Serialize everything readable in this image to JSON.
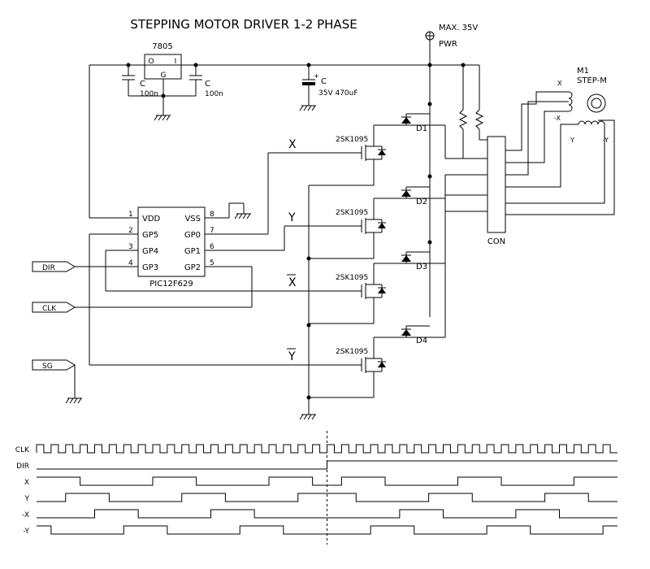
{
  "title": "STEPPING MOTOR DRIVER 1-2 PHASE",
  "power": {
    "label": "MAX. 35V",
    "name": "PWR"
  },
  "regulator": {
    "name": "7805",
    "in": "I",
    "gnd": "G",
    "out": "O"
  },
  "caps": {
    "c1": "C",
    "c1_val": "100n",
    "c2": "C",
    "c2_val": "100n",
    "c3": "C",
    "c3_val": "35V 470uF"
  },
  "mcu": {
    "name": "PIC12F629",
    "left_pins": [
      {
        "num": "1",
        "name": "VDD"
      },
      {
        "num": "2",
        "name": "GP5"
      },
      {
        "num": "3",
        "name": "GP4"
      },
      {
        "num": "4",
        "name": "GP3"
      }
    ],
    "right_pins": [
      {
        "num": "8",
        "name": "VSS"
      },
      {
        "num": "7",
        "name": "GP0"
      },
      {
        "num": "6",
        "name": "GP1"
      },
      {
        "num": "5",
        "name": "GP2"
      }
    ]
  },
  "ports": {
    "dir": "DIR",
    "clk": "CLK",
    "sg": "SG"
  },
  "mosfets": [
    {
      "label": "2SK1095",
      "signal": "X",
      "diode": "D1"
    },
    {
      "label": "2SK1095",
      "signal": "Y",
      "diode": "D2"
    },
    {
      "label": "2SK1095",
      "signal": "X",
      "diode": "D3"
    },
    {
      "label": "2SK1095",
      "signal": "Y",
      "diode": "D4"
    }
  ],
  "connector": "CON",
  "motor": {
    "ref": "M1",
    "name": "STEP-M",
    "pins": [
      "X",
      "-X",
      "Y",
      "-Y"
    ]
  },
  "timing": {
    "signals": [
      "CLK",
      "DIR",
      "X",
      "Y",
      "-X",
      "-Y"
    ],
    "clk_periods": 40,
    "dir_switch_at": 0.5
  }
}
